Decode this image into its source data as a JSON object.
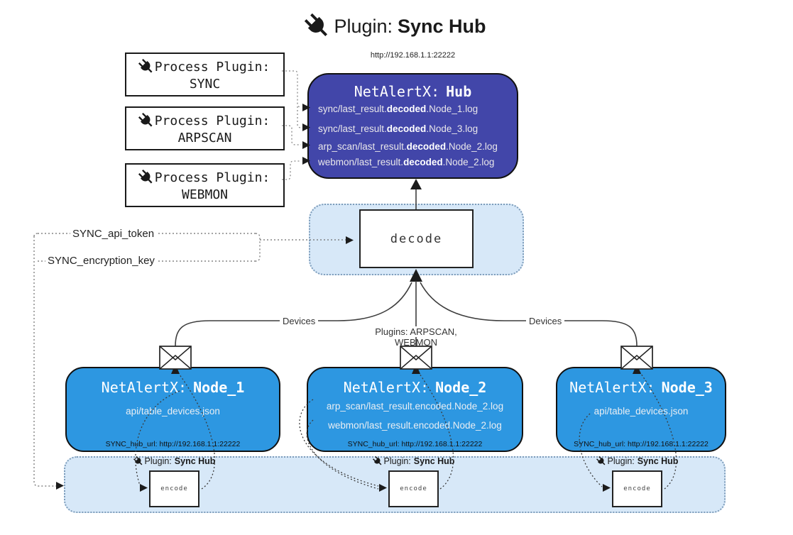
{
  "title": {
    "label": "Plugin:",
    "name": "Sync Hub"
  },
  "process_plugins": {
    "label": "Process Plugin:",
    "items": [
      {
        "name": "SYNC"
      },
      {
        "name": "ARPSCAN"
      },
      {
        "name": "WEBMON"
      }
    ]
  },
  "hub": {
    "url": "http://192.168.1.1:22222",
    "title": "NetAlertX:",
    "name": "Hub",
    "logs": [
      {
        "pre": "sync/last_result.",
        "bold": "decoded",
        "post": ".Node_1.log"
      },
      {
        "pre": "sync/last_result.",
        "bold": "decoded",
        "post": ".Node_3.log"
      },
      {
        "pre": "arp_scan/last_result.",
        "bold": "decoded",
        "post": ".Node_2.log"
      },
      {
        "pre": "webmon/last_result.",
        "bold": "decoded",
        "post": ".Node_2.log"
      }
    ]
  },
  "decode": {
    "label": "decode"
  },
  "keys": {
    "api_token": "SYNC_api_token",
    "encryption_key": "SYNC_encryption_key"
  },
  "edges": {
    "devices_left": "Devices",
    "devices_right": "Devices",
    "plugins_mid": "Plugins: ARPSCAN, WEBMON"
  },
  "nodes": [
    {
      "title": "NetAlertX:",
      "name": "Node_1",
      "files": [
        "api/table_devices.json"
      ],
      "footer": "SYNC_hub_url: http://192.168.1.1:22222"
    },
    {
      "title": "NetAlertX:",
      "name": "Node_2",
      "files": [
        "arp_scan/last_result.encoded.Node_2.log",
        "webmon/last_result.encoded.Node_2.log"
      ],
      "footer": "SYNC_hub_url: http://192.168.1.1:22222"
    },
    {
      "title": "NetAlertX:",
      "name": "Node_3",
      "files": [
        "api/table_devices.json"
      ],
      "footer": "SYNC_hub_url: http://192.168.1.1:22222"
    }
  ],
  "encode_area": {
    "plugin_label": "Plugin:",
    "plugin_name": "Sync Hub",
    "encode_label": "encode"
  },
  "colors": {
    "hub_fill": "#4246a9",
    "node_fill": "#2d97e1",
    "panel_fill": "#d7e8f8",
    "line_dark": "#3d3d3d"
  }
}
